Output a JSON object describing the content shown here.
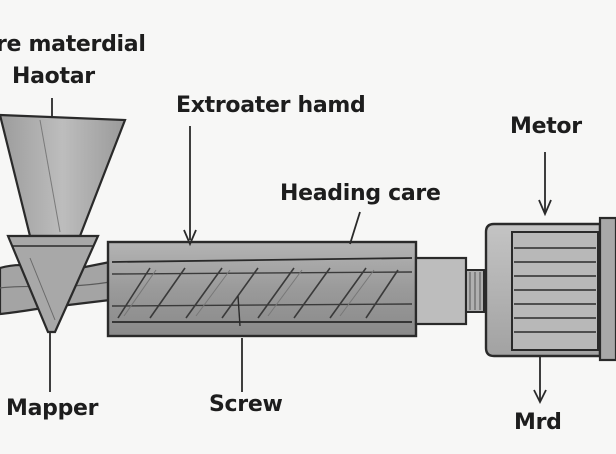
{
  "labels": {
    "material": "re materdial",
    "heater": "Haotar",
    "extruder": "Extroater hamd",
    "heating": "Heading care",
    "motor": "Metor",
    "hopper": "Mapper",
    "screw": "Screw",
    "mold": "Mrd"
  },
  "colors": {
    "ink": "#2a2a2a",
    "metal_dark": "#8f8f8f",
    "metal_mid": "#a9a9a9",
    "metal_light": "#c8c8c8",
    "background": "#f7f7f6"
  }
}
